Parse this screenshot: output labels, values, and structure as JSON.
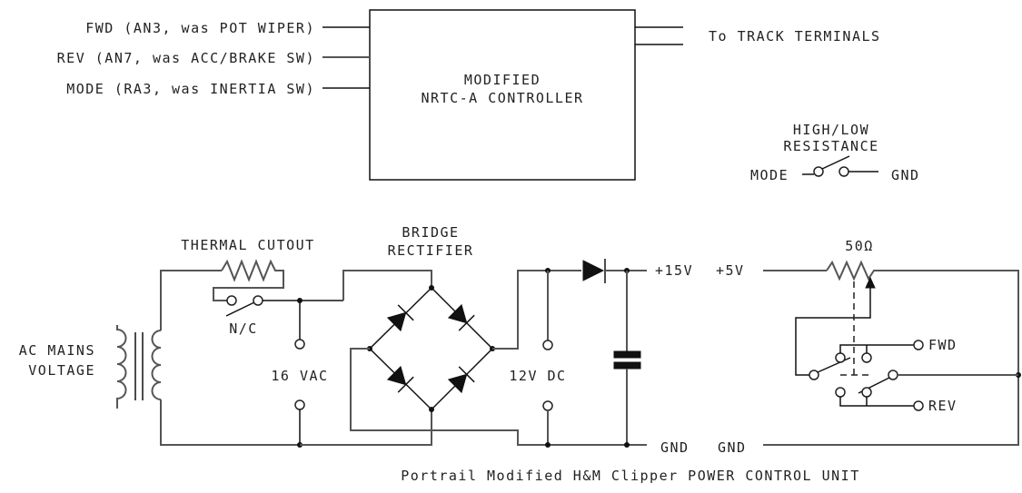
{
  "controller": {
    "title_line1": "MODIFIED",
    "title_line2": "NRTC-A CONTROLLER",
    "inputs": [
      "FWD (AN3, was POT WIPER)",
      "REV (AN7, was ACC/BRAKE SW)",
      "MODE (RA3, was INERTIA SW)"
    ],
    "output_label": "To TRACK TERMINALS"
  },
  "mode_switch": {
    "title_line1": "HIGH/LOW",
    "title_line2": "RESISTANCE",
    "left_label": "MODE",
    "right_label": "GND"
  },
  "power_supply": {
    "mains_line1": "AC MAINS",
    "mains_line2": "VOLTAGE",
    "thermal_cutout_label": "THERMAL CUTOUT",
    "thermal_switch_label": "N/C",
    "ac_output_label": "16 VAC",
    "bridge_line1": "BRIDGE",
    "bridge_line2": "RECTIFIER",
    "dc_output_label": "12V DC",
    "plus15_label": "+15V",
    "gnd_label_left": "GND"
  },
  "control_section": {
    "plus5_label": "+5V",
    "gnd_label_right": "GND",
    "pot_value": "50Ω",
    "fwd_label": "FWD",
    "rev_label": "REV"
  },
  "caption": "Portrail Modified H&M Clipper POWER CONTROL UNIT"
}
